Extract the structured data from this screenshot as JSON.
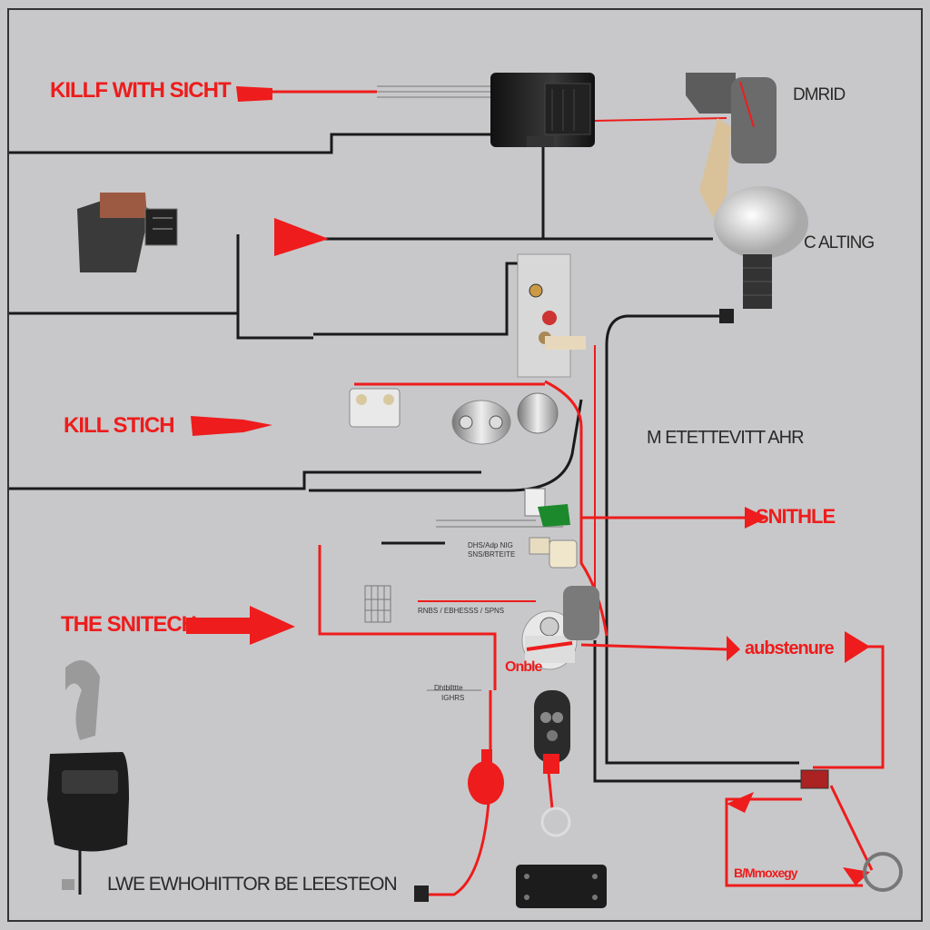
{
  "labels": {
    "kill_switch_top": "KILLF WITH SICHT",
    "kill_switch_mid": "KILL STICH",
    "the_switch": "THE SNITECH",
    "dampd": "DMRID",
    "calting": "C ALTING",
    "electricity_air": "M ETETTEVITT AHR",
    "snithle": "SNITHLE",
    "aubstenure": "aubstenure",
    "onble": "Onble",
    "bottom_title": "LWE EWHOHITTOR BE LEESTEON",
    "bottom_right": "B/Mmoxegy"
  },
  "small_text": {
    "t1": "DHS/Adp NIG",
    "t2": "SNS/BRTEITE",
    "t3": "",
    "t4": "RNBS / EBHESSS / SPNS",
    "t5": "",
    "t6": "Dhtbllttte",
    "t7": "IGHRS"
  },
  "colors": {
    "background": "#c8c8ca",
    "wire_red": "#ee1c1c",
    "wire_black": "#1a1a1a"
  },
  "icons": {
    "relay": "relay-connector-icon",
    "ignition": "ignition-switch-icon",
    "connector": "plug-connector-icon",
    "key_fob": "key-fob-icon",
    "fuse": "fuse-holder-icon",
    "fob_remote": "remote-fob-icon",
    "grommet": "grommet-icon"
  }
}
